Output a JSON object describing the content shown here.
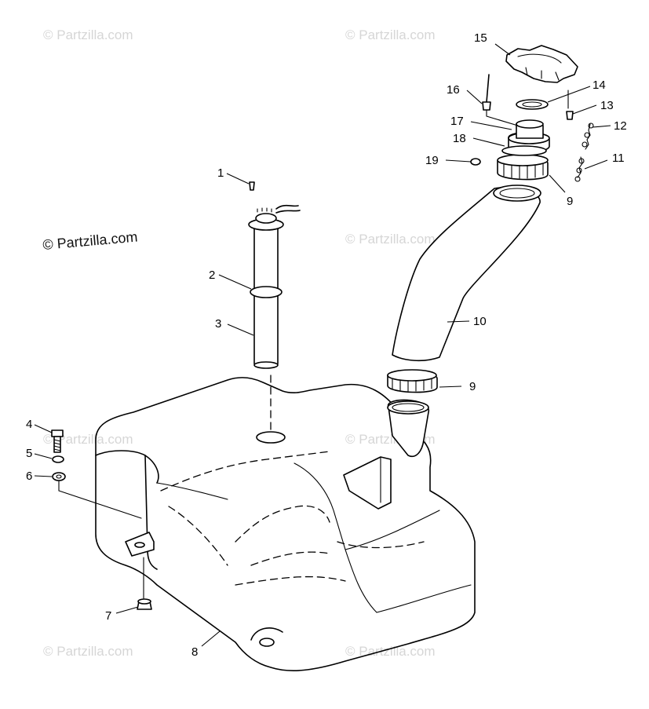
{
  "watermark": {
    "text": "© Partzilla.com",
    "color": "#d6d6d6",
    "dark_color": "#111111"
  },
  "callouts": {
    "p1": "1",
    "p2": "2",
    "p3": "3",
    "p4": "4",
    "p5": "5",
    "p6": "6",
    "p7": "7",
    "p8": "8",
    "p9a": "9",
    "p9b": "9",
    "p10": "10",
    "p11": "11",
    "p12": "12",
    "p13": "13",
    "p14": "14",
    "p15": "15",
    "p16": "16",
    "p17": "17",
    "p18": "18",
    "p19": "19"
  }
}
